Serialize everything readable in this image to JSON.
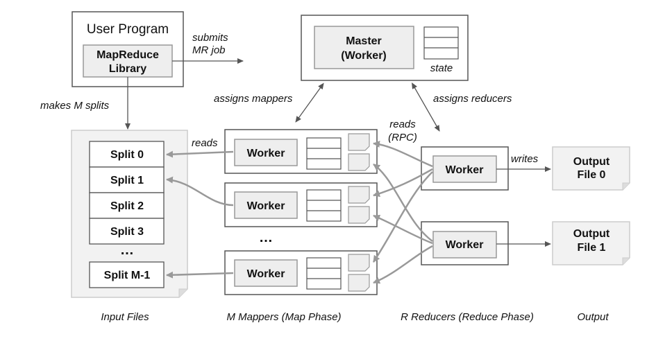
{
  "user_program": {
    "title": "User Program",
    "library_line1": "MapReduce",
    "library_line2": "Library",
    "submit_line1": "submits",
    "submit_line2": "MR job",
    "splits_note": "makes M splits"
  },
  "master": {
    "line1": "Master",
    "line2": "(Worker)",
    "state_label": "state",
    "assigns_mappers": "assigns mappers",
    "assigns_reducers": "assigns reducers"
  },
  "input": {
    "splits": [
      "Split 0",
      "Split 1",
      "Split 2",
      "Split 3"
    ],
    "ellipsis": "…",
    "last_split": "Split M-1",
    "reads_label": "reads"
  },
  "mappers": {
    "worker_label": "Worker",
    "ellipsis": "…"
  },
  "reducers": {
    "worker_label": "Worker",
    "reads_rpc_line1": "reads",
    "reads_rpc_line2": "(RPC)",
    "writes_label": "writes"
  },
  "outputs": [
    {
      "line1": "Output",
      "line2": "File 0"
    },
    {
      "line1": "Output",
      "line2": "File 1"
    }
  ],
  "captions": {
    "input_files": "Input Files",
    "mappers": "M Mappers (Map Phase)",
    "reducers": "R Reducers (Reduce Phase)",
    "output": "Output"
  },
  "colors": {
    "box_fill": "#eeeeee",
    "border": "#555555",
    "arrow_gray": "#999999",
    "arrow_dark": "#555555"
  }
}
